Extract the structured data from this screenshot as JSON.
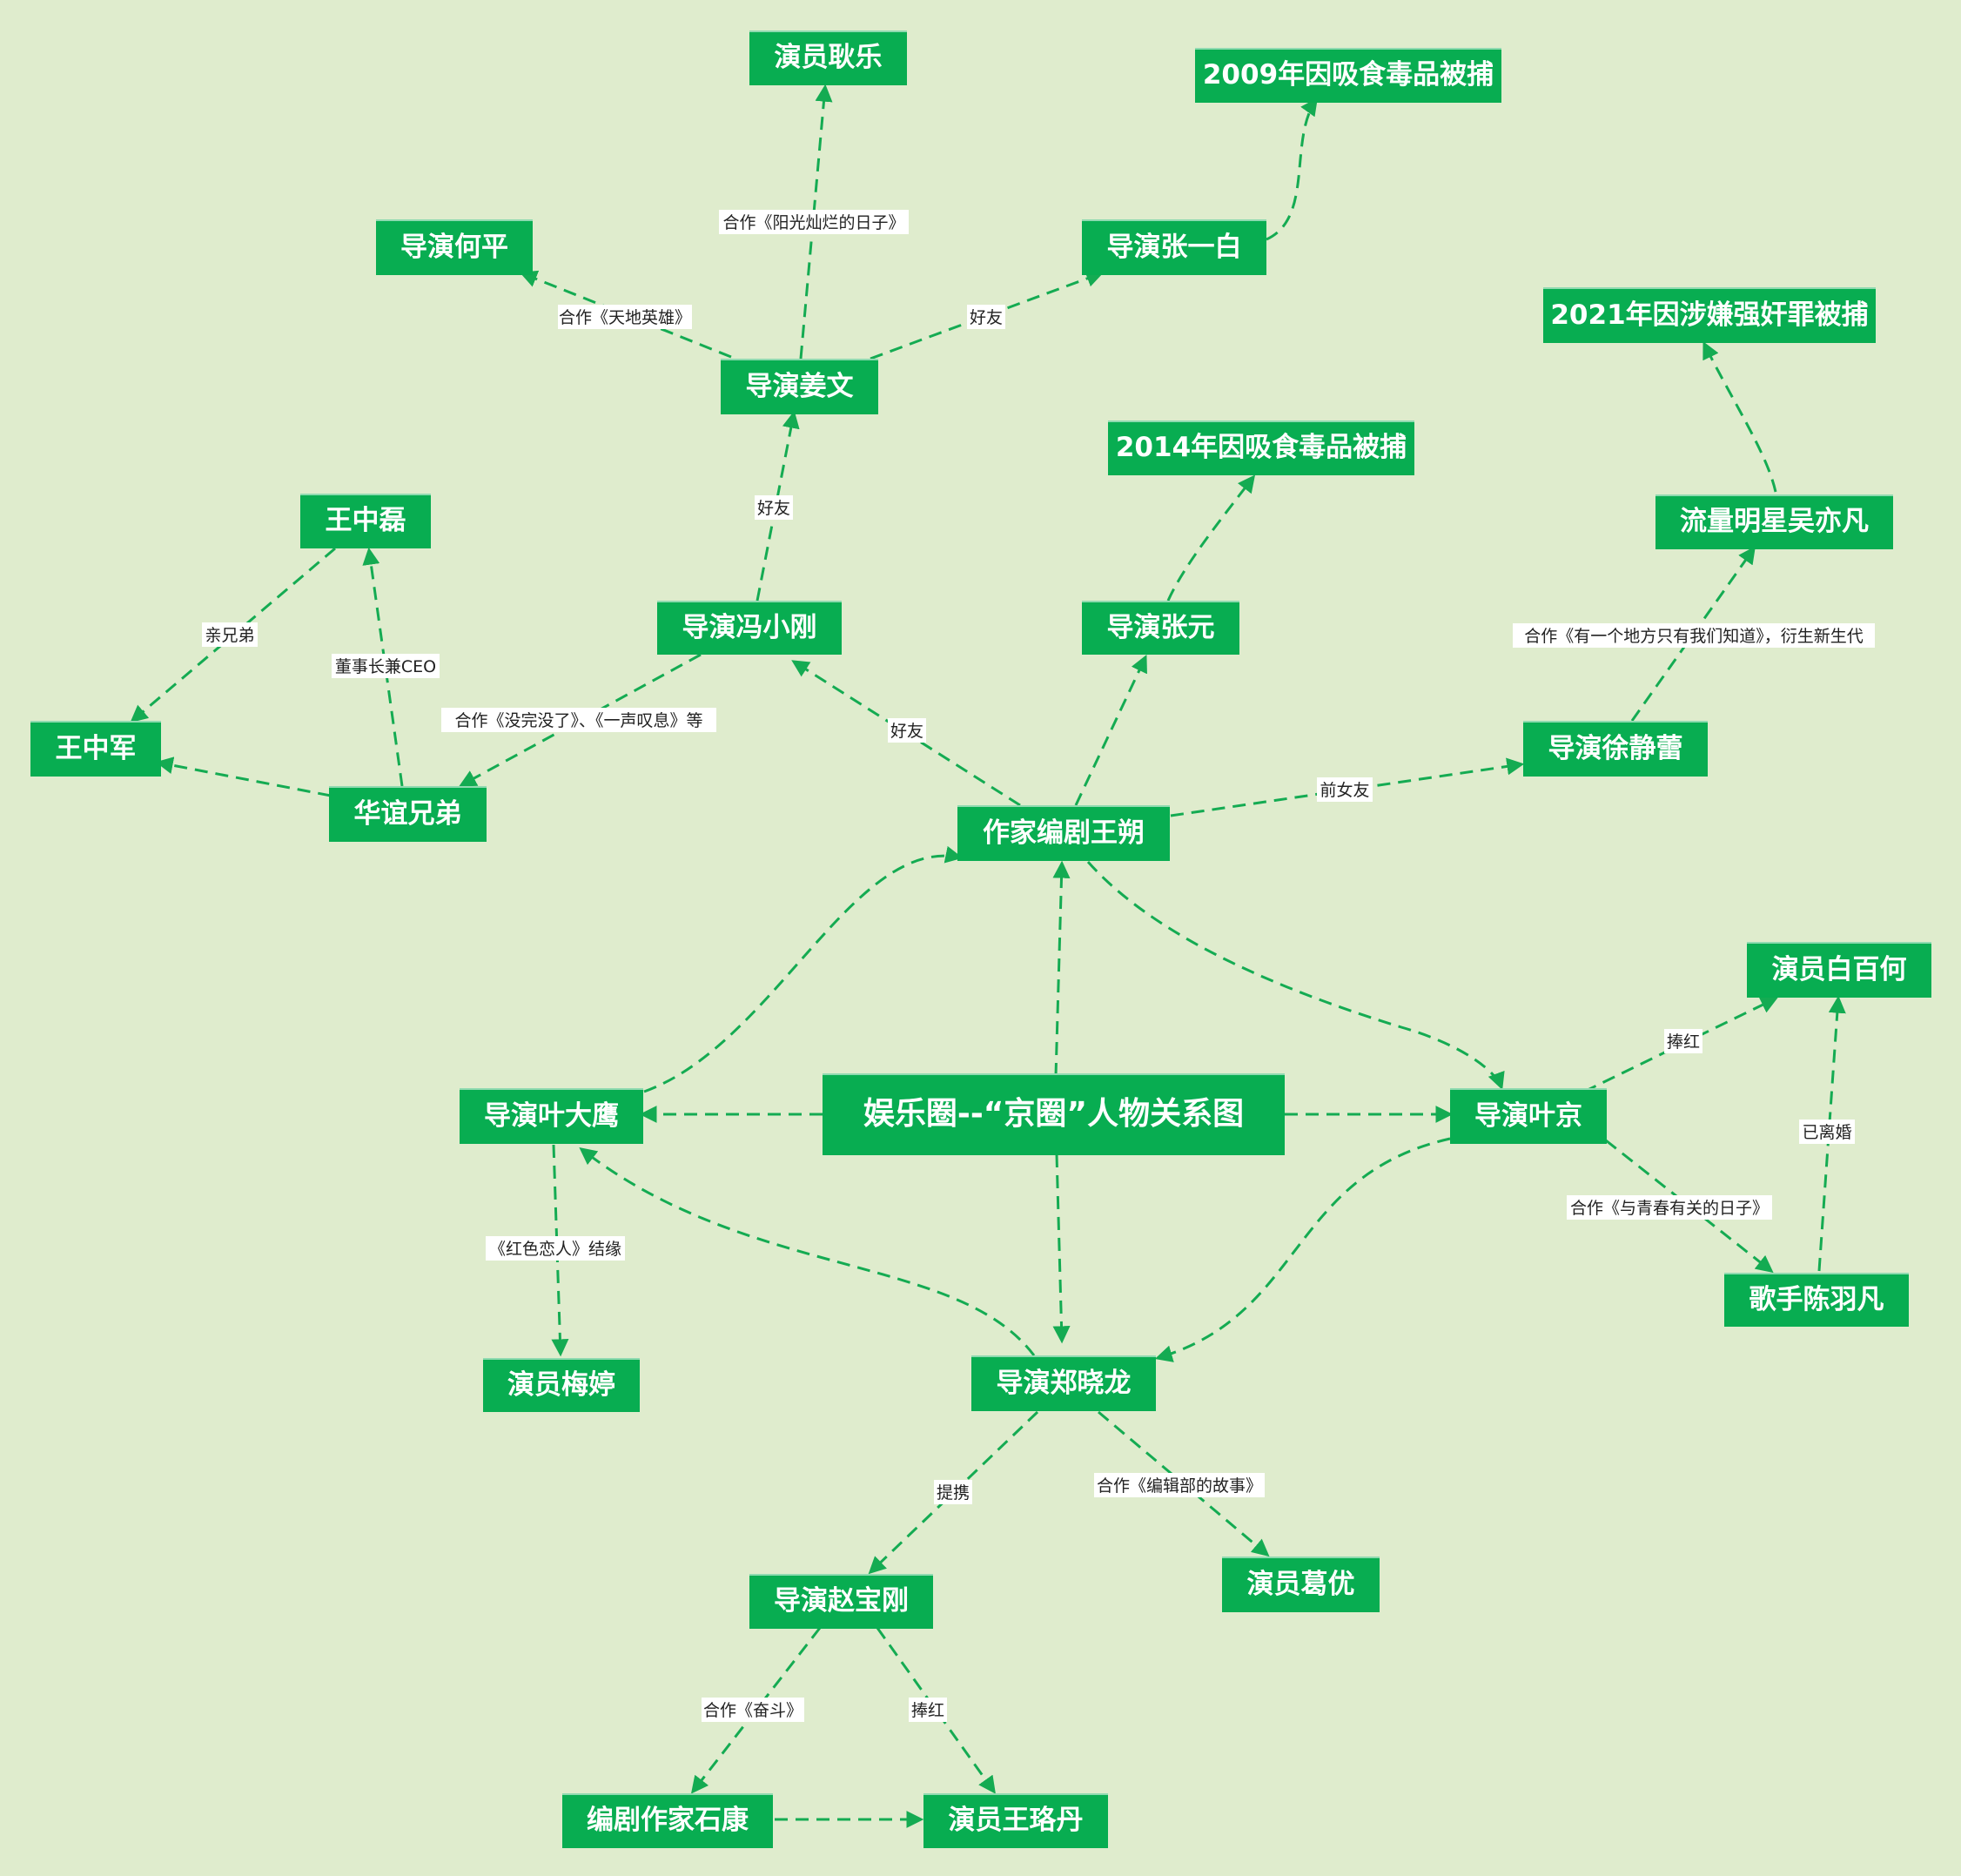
{
  "colors": {
    "background": "#dfeccd",
    "node": "#08ad51",
    "node_text": "#ffffff",
    "edge": "#14ab52"
  },
  "nodes": {
    "center": "娱乐圈--“京圈”人物关系图",
    "wangshuo": "作家编剧王朔",
    "yedaying": "导演叶大鹰",
    "yejing": "导演叶京",
    "zhengxiaolong": "导演郑晓龙",
    "fengxiaogang": "导演冯小刚",
    "zhangyuan": "导演张元",
    "xujinglei": "导演徐静蕾",
    "jiangwen": "导演姜文",
    "geng": "演员耿乐",
    "heping": "导演何平",
    "zhangyibai": "导演张一白",
    "arrest2009": "2009年因吸食毒品被捕",
    "arrest2014": "2014年因吸食毒品被捕",
    "wuyifan": "流量明星吴亦凡",
    "arrest2021": "2021年因涉嫌强奸罪被捕",
    "wangzhonglei": "王中磊",
    "wangzhongjun": "王中军",
    "huayi": "华谊兄弟",
    "baibaihe": "演员白百何",
    "chenyufan": "歌手陈羽凡",
    "meiting": "演员梅婷",
    "geyou": "演员葛优",
    "zhaobaogang": "导演赵宝刚",
    "shikang": "编剧作家石康",
    "wangluodan": "演员王珞丹"
  },
  "edges": {
    "geng": "合作《阳光灿烂的日子》",
    "heping": "合作《天地英雄》",
    "zhangyibai": "好友",
    "jiangwen": "好友",
    "xiaogang": "好友",
    "huayi": "合作《没完没了》、《一声叹息》等",
    "brothers": "亲兄弟",
    "ceo": "董事长兼CEO",
    "exgf": "前女友",
    "wuyifan": "合作《有一个地方只有我们知道》，衍生新生代",
    "baibaihe": "捧红",
    "divorced": "已离婚",
    "chenyufan": "合作《与青春有关的日子》",
    "meiting": "《红色恋人》结缘",
    "zhaobaogang": "提携",
    "geyou": "合作《编辑部的故事》",
    "shikang": "合作《奋斗》",
    "wangluodan": "捧红"
  }
}
